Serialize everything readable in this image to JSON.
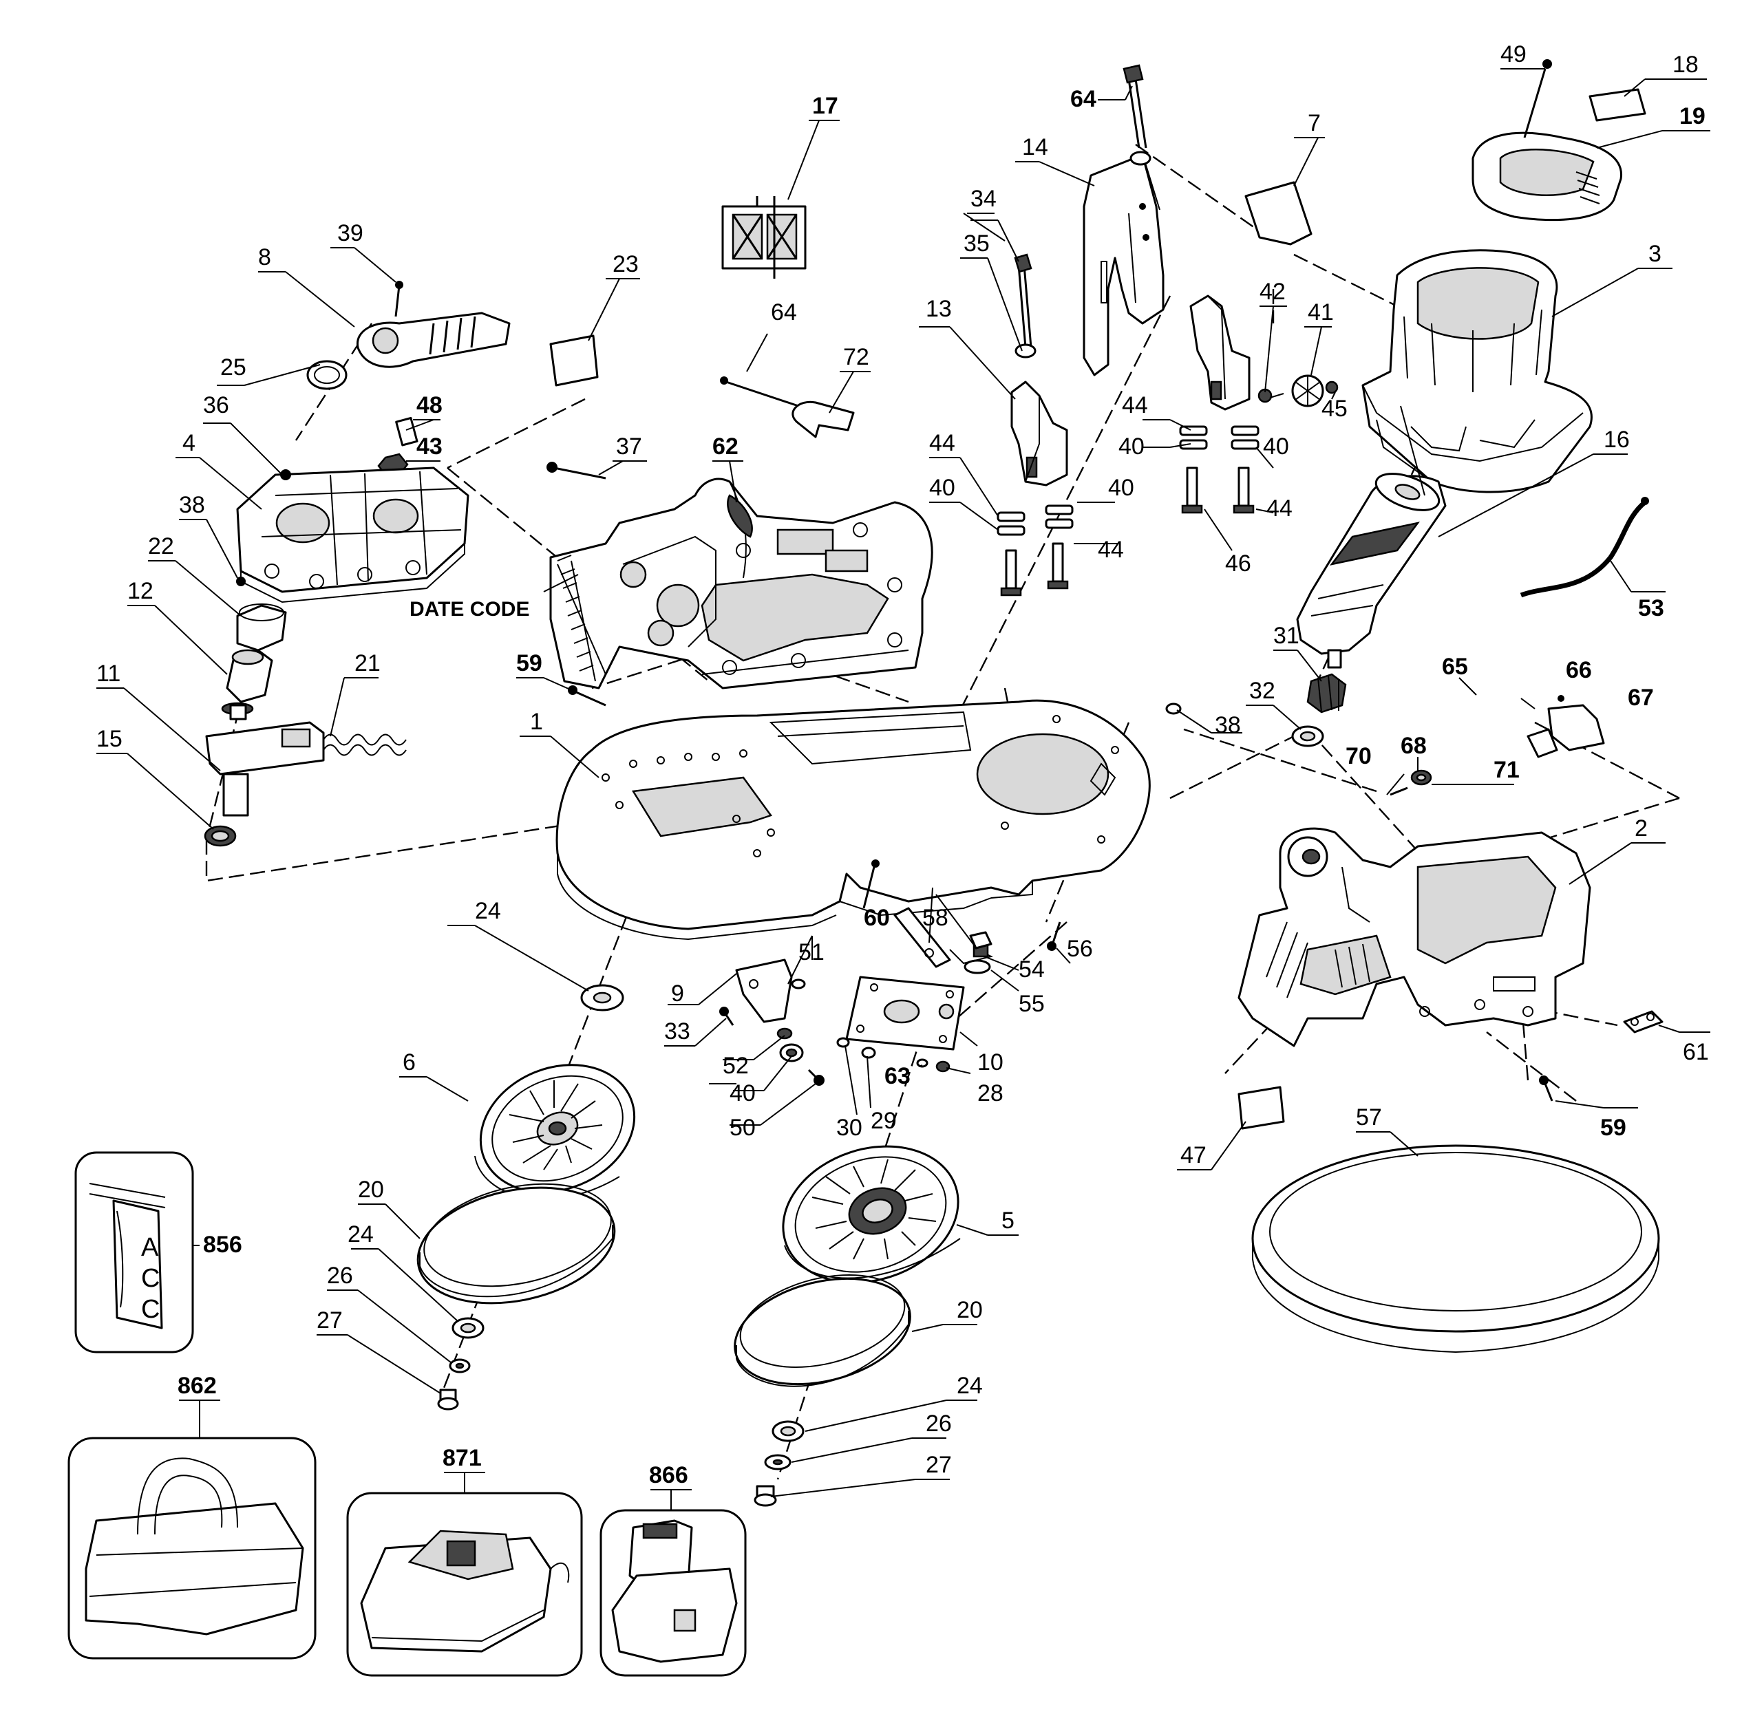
{
  "annotations": {
    "date_code": "DATE CODE",
    "acc_letters": [
      "A",
      "C",
      "C"
    ]
  },
  "labels": {
    "l1": "1",
    "l2": "2",
    "l3": "3",
    "l4": "4",
    "l5": "5",
    "l6": "6",
    "l7": "7",
    "l8": "8",
    "l9": "9",
    "l10": "10",
    "l11": "11",
    "l12": "12",
    "l13": "13",
    "l14": "14",
    "l15": "15",
    "l16": "16",
    "l17": "17",
    "l18": "18",
    "l19": "19",
    "l20a": "20",
    "l20b": "20",
    "l21": "21",
    "l22": "22",
    "l23": "23",
    "l24a": "24",
    "l24b": "24",
    "l24c": "24",
    "l25": "25",
    "l26a": "26",
    "l26b": "26",
    "l27a": "27",
    "l27b": "27",
    "l28": "28",
    "l29": "29",
    "l30": "30",
    "l31": "31",
    "l32": "32",
    "l33": "33",
    "l34": "34",
    "l35": "35",
    "l36": "36",
    "l37": "37",
    "l38a": "38",
    "l38b": "38",
    "l39": "39",
    "l40a": "40",
    "l40b": "40",
    "l40c": "40",
    "l40d": "40",
    "l40e": "40",
    "l41": "41",
    "l42": "42",
    "l43": "43",
    "l44a": "44",
    "l44b": "44",
    "l44c": "44",
    "l44d": "44",
    "l45": "45",
    "l46": "46",
    "l47": "47",
    "l48": "48",
    "l49": "49",
    "l50": "50",
    "l51": "51",
    "l52": "52",
    "l53": "53",
    "l54": "54",
    "l55": "55",
    "l56": "56",
    "l57": "57",
    "l58": "58",
    "l59a": "59",
    "l59b": "59",
    "l60": "60",
    "l61": "61",
    "l62": "62",
    "l63": "63",
    "l64a": "64",
    "l64b": "64",
    "l65": "65",
    "l66": "66",
    "l67": "67",
    "l68": "68",
    "l70": "70",
    "l71": "71",
    "l72": "72",
    "l856": "856",
    "l862": "862",
    "l866": "866",
    "l871": "871"
  }
}
